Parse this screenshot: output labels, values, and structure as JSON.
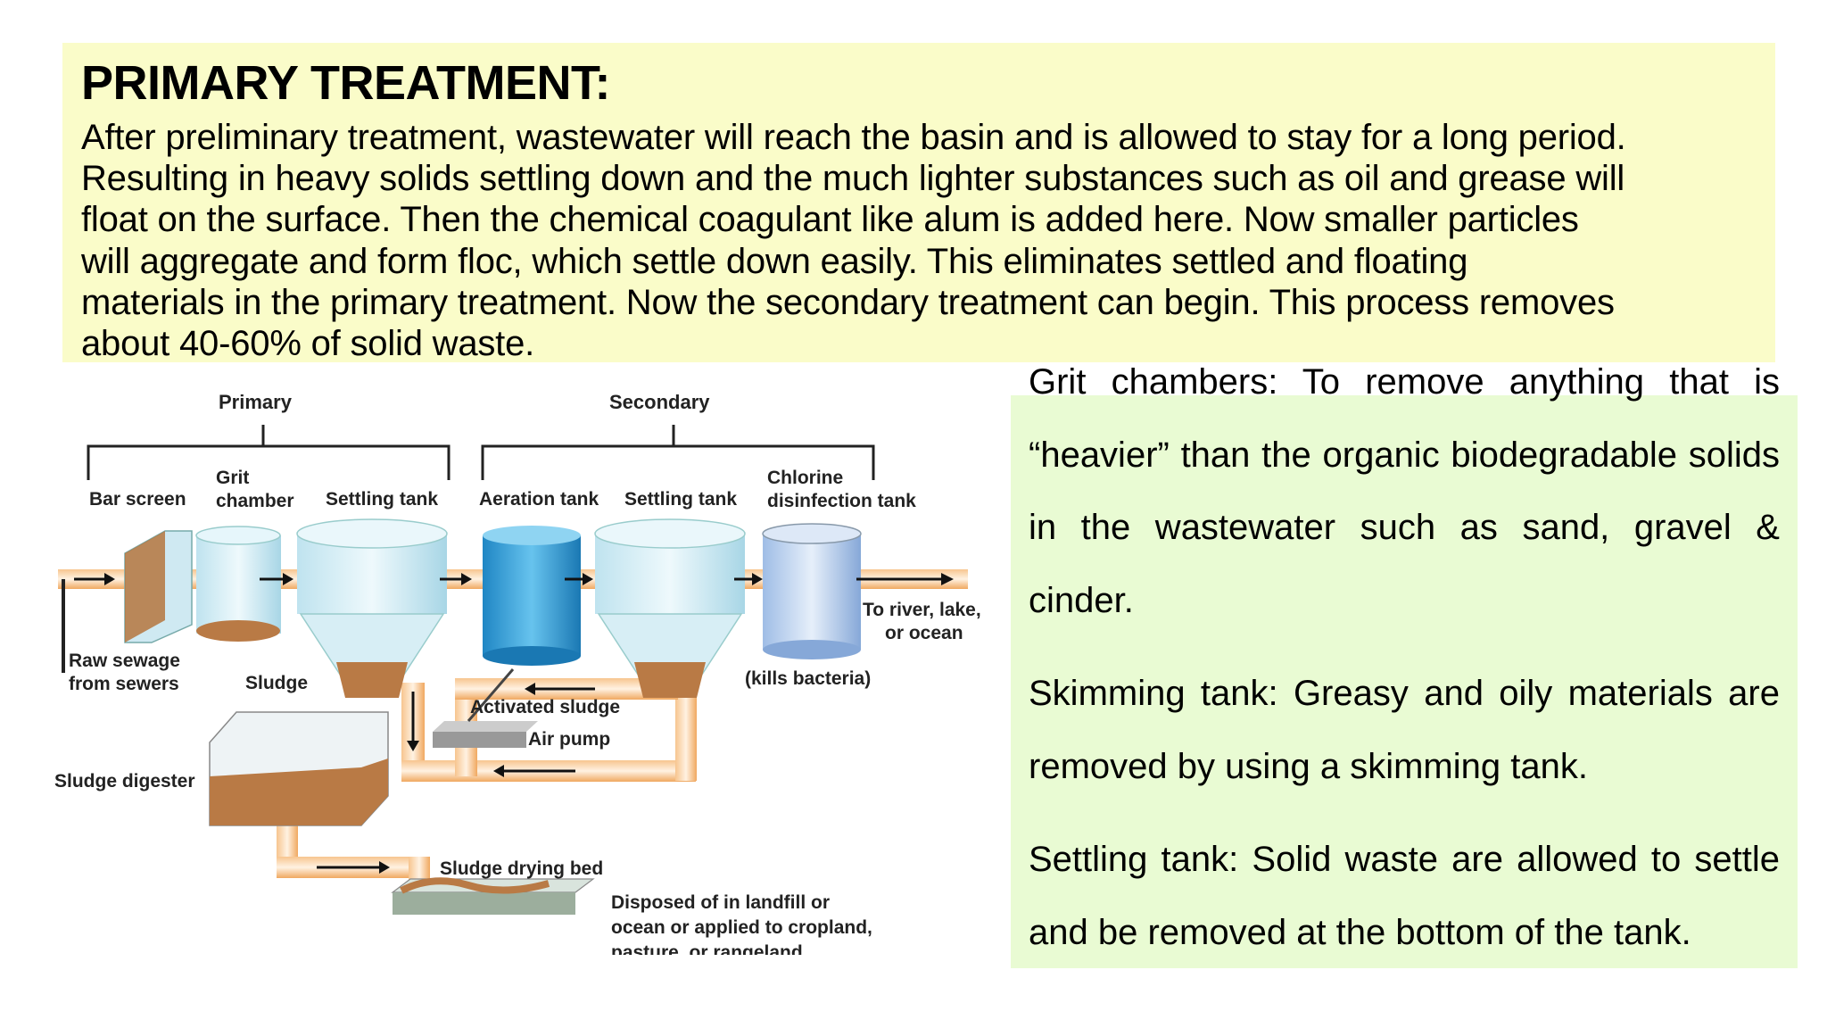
{
  "header": {
    "title": "PRIMARY TREATMENT:",
    "intro_lines": [
      "After preliminary treatment, wastewater will reach the basin and is allowed to stay for a long period.",
      "Resulting in heavy solids settling down and the much lighter substances such as oil and grease will",
      "float on the surface. Then the chemical coagulant like alum is added here. Now smaller particles",
      "will aggregate and form floc, which settle down easily.  This eliminates settled and floating",
      "materials in the primary treatment. Now the secondary treatment can begin. This process removes",
      "about 40-60% of solid waste."
    ]
  },
  "side_notes": [
    "Grit chambers: To remove anything that is “heavier” than the organic biodegradable solids in the wastewater such as sand, gravel & cinder.",
    "Skimming tank: Greasy and oily materials are removed by using a skimming tank.",
    "Settling tank: Solid waste are allowed to settle and be removed at the bottom of the tank."
  ],
  "diagram": {
    "primary": "Primary",
    "secondary": "Secondary",
    "bar_screen": "Bar screen",
    "grit_1": "Grit",
    "grit_2": "chamber",
    "settling_tank_1": "Settling tank",
    "aeration_tank": "Aeration tank",
    "settling_tank_2": "Settling tank",
    "chlorine_1": "Chlorine",
    "chlorine_2": "disinfection tank",
    "river_1": "To river, lake,",
    "river_2": "or ocean",
    "raw_1": "Raw sewage",
    "raw_2": "from sewers",
    "sludge": "Sludge",
    "kills_bacteria": "(kills bacteria)",
    "activated_sludge": "Activated sludge",
    "air_pump": "Air pump",
    "sludge_digester": "Sludge digester",
    "drying_bed": "Sludge drying bed",
    "disposed_1": "Disposed of in landfill or",
    "disposed_2": "ocean or applied to cropland,",
    "disposed_3": "pasture, or rangeland"
  }
}
